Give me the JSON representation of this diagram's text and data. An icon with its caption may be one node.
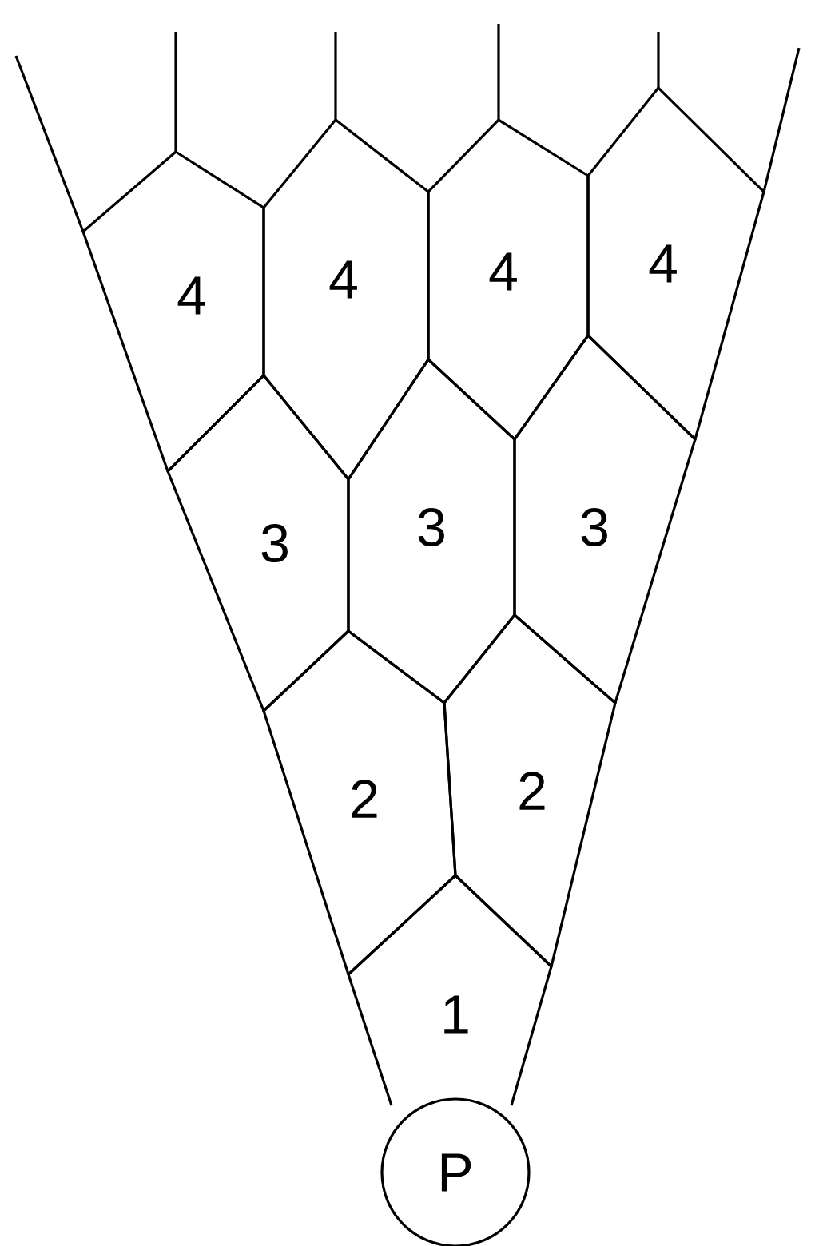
{
  "diagram": {
    "nodes": [
      {
        "text": [
          "4"
        ]
      },
      {
        "text": [
          "4"
        ]
      },
      {
        "text": [
          "4"
        ]
      },
      {
        "text": [
          "4"
        ]
      },
      {
        "text": [
          "3"
        ]
      },
      {
        "text": [
          "3"
        ]
      },
      {
        "text": [
          "3"
        ]
      },
      {
        "text": [
          "2"
        ]
      },
      {
        "text": [
          "2"
        ]
      },
      {
        "text": [
          "1"
        ]
      },
      {
        "text": [
          "P"
        ]
      }
    ]
  }
}
